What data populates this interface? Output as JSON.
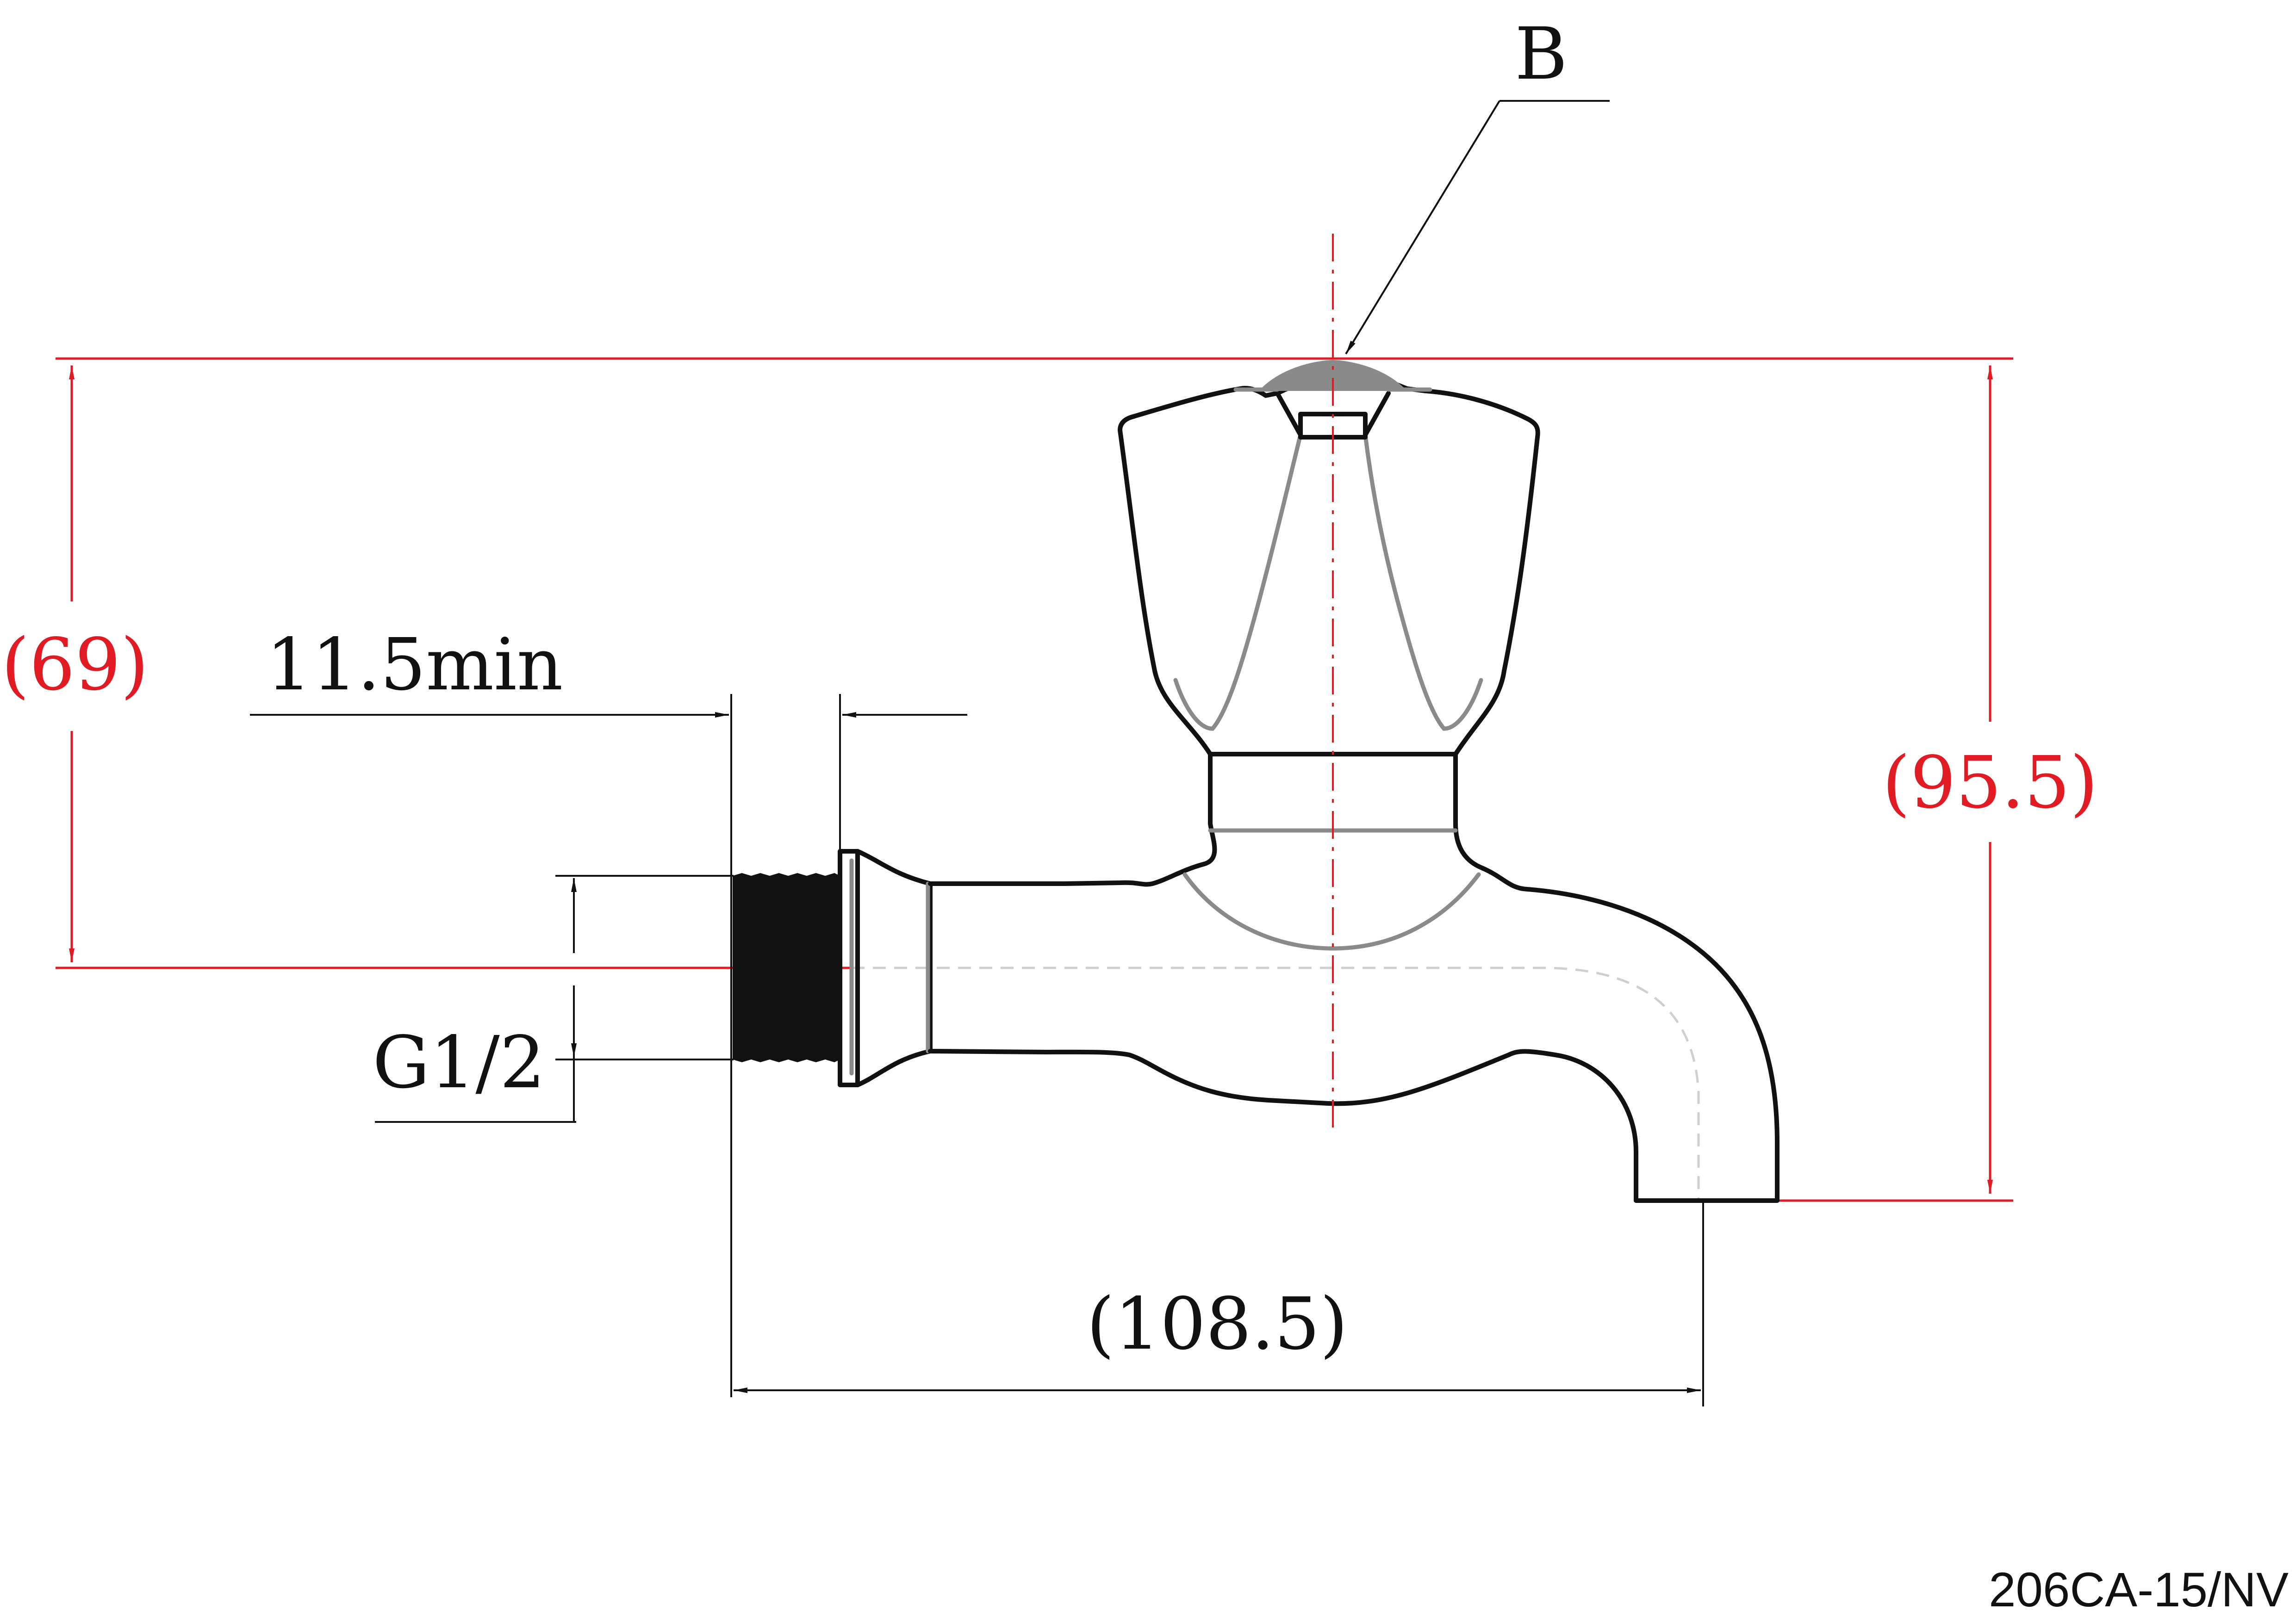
{
  "drawing": {
    "product_code": "206CA-15/NV",
    "callout_label": "B",
    "dimensions": {
      "height_to_axis": "(69)",
      "overall_height": "(95.5)",
      "thread_length": "11.5min",
      "thread_size": "G1/2",
      "overall_length": "(108.5)"
    },
    "colors": {
      "dimension_red": "#e01b24",
      "outline": "#111111",
      "secondary_edge": "#8a8a8a"
    }
  }
}
